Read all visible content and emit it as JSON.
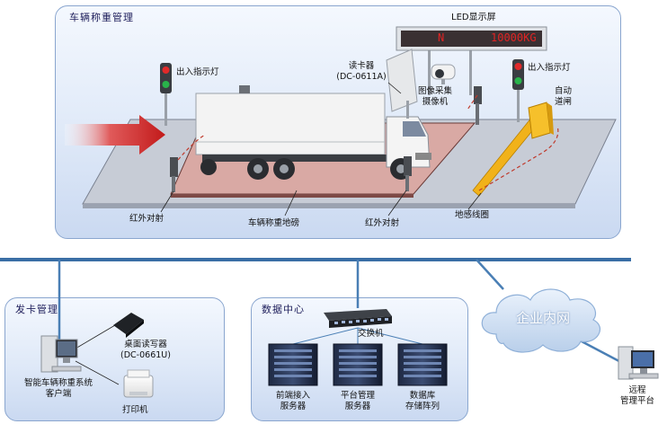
{
  "panels": {
    "weighing": "车辆称重管理",
    "card": "发卡管理",
    "datacenter": "数据中心"
  },
  "weighing": {
    "led_title": "LED显示屏",
    "led_left": "N",
    "led_right": "10000KG",
    "indicator_left": "出入指示灯",
    "indicator_right": "出入指示灯",
    "reader": [
      "读卡器",
      "(DC-0611A)"
    ],
    "camera": [
      "图像采集",
      "摄像机"
    ],
    "gate": [
      "自动",
      "道闸"
    ],
    "ir_left": "红外对射",
    "scale": "车辆称重地磅",
    "ir_right": "红外对射",
    "loop": "地感线圈"
  },
  "card": {
    "desk_reader": [
      "桌面读写器",
      "(DC-0661U)"
    ],
    "client": [
      "智能车辆称重系统",
      "客户端"
    ],
    "printer": "打印机"
  },
  "datacenter": {
    "switch": "交换机",
    "servers": [
      [
        "前端接入",
        "服务器"
      ],
      [
        "平台管理",
        "服务器"
      ],
      [
        "数据库",
        "存储阵列"
      ]
    ]
  },
  "network": {
    "cloud": "企业内网",
    "remote": [
      "远程",
      "管理平台"
    ]
  }
}
